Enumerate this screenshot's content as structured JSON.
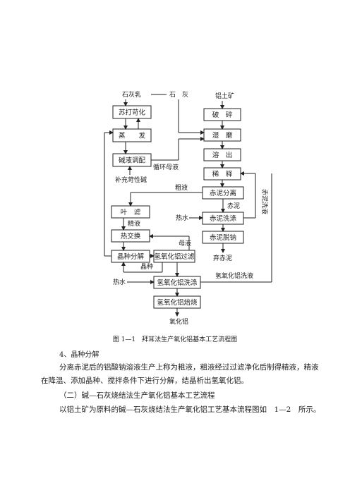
{
  "flowchart": {
    "top_labels": {
      "lime_milk": "石灰乳",
      "lime": "石　灰",
      "bauxite": "铝土矿"
    },
    "boxes": {
      "causticize": "苏打苛化",
      "evaporate": "蒸　　发",
      "alkali_adjust": "碱液调配",
      "crush": "破　碎",
      "wet_grind": "湿　磨",
      "digest": "溶　出",
      "dilute": "稀　释",
      "red_mud_sep": "赤泥分离",
      "leaf_filter": "叶　滤",
      "red_mud_wash": "赤泥洗涤",
      "red_mud_desodium": "赤泥脱钠",
      "heat_exchange": "热交换",
      "seed_decomp": "晶种分解",
      "hydroxide_filter": "氢氧化铝过滤",
      "hydroxide_wash": "氢氧化铝洗涤",
      "hydroxide_calcine": "氢氧化铝焙烧"
    },
    "labels": {
      "recycle_liquor": "循环母液",
      "supplement_alkali": "补充苛性碱",
      "crude_liquor": "粗液",
      "red_mud": "赤泥",
      "red_mud_wash_liquor": "赤泥洗液",
      "hot_water_1": "热水",
      "refined_liquor": "精液",
      "mother_liquor": "母液",
      "discard_red_mud": "弃赤泥",
      "seed": "晶种",
      "hydroxide_wash_liquor": "氢氧化铝洗液",
      "hot_water_2": "热水",
      "alumina": "氧化铝"
    }
  },
  "caption": "图 1—1　拜耳法生产氧化铝基本工艺流程图",
  "section4_title": "4、晶种分解",
  "section4_body": "分离赤泥后的铝酸钠溶液生产上称为粗液，粗液经过过滤净化后制得精液，精液在降温、添加晶种、搅拌条件下进行分解，结晶析出氢氧化铝。",
  "section2_title": "（二）碱—石灰烧结法生产氧化铝基本工艺流程",
  "section2_body": "以铝土矿为原料的碱—石灰烧结法生产氧化铝工艺基本流程图如　1—2　所示。"
}
